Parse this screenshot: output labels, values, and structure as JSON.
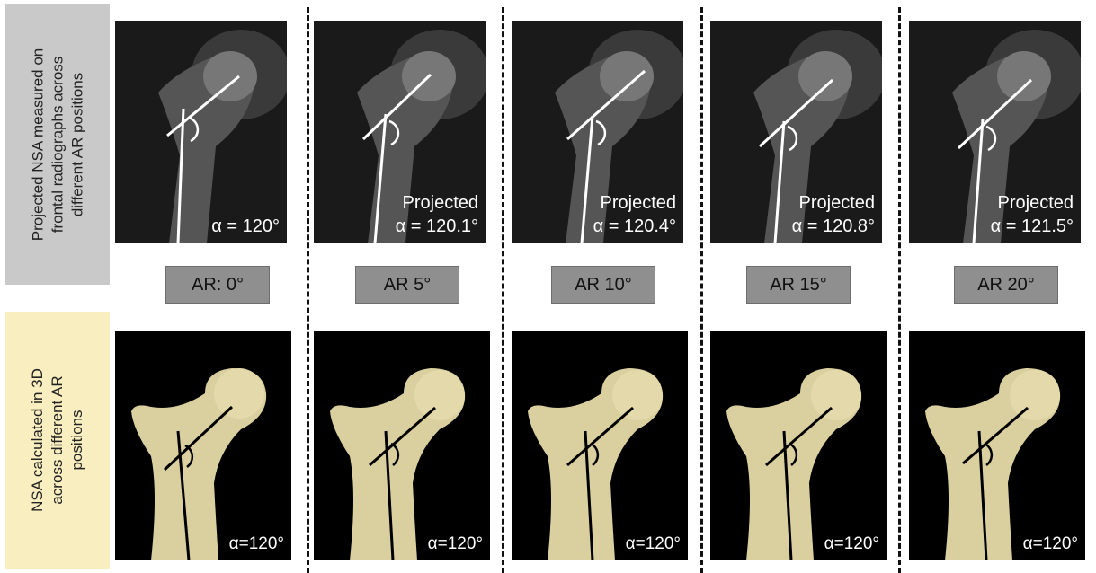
{
  "side_labels": {
    "top": [
      "Projected NSA measured on",
      "frontal radiographs across",
      "different AR positions"
    ],
    "bottom": [
      "NSA calculated in 3D",
      "across different  AR",
      "positions"
    ]
  },
  "columns": [
    {
      "ar_label": "AR: 0°",
      "xray_label": [
        "α = 120°"
      ],
      "bone_label": "α=120°"
    },
    {
      "ar_label": "AR 5°",
      "xray_label": [
        "Projected",
        "α = 120.1°"
      ],
      "bone_label": "α=120°"
    },
    {
      "ar_label": "AR 10°",
      "xray_label": [
        "Projected",
        "α = 120.4°"
      ],
      "bone_label": "α=120°"
    },
    {
      "ar_label": "AR 15°",
      "xray_label": [
        "Projected",
        "α = 120.8°"
      ],
      "bone_label": "α=120°"
    },
    {
      "ar_label": "AR 20°",
      "xray_label": [
        "Projected",
        "α = 121.5°"
      ],
      "bone_label": "α=120°"
    }
  ],
  "colors": {
    "xray_bg": "#1a1a1a",
    "bone_fill": "#d9cf9f",
    "bone_bg": "#000000",
    "ar_box": "#8f8f8f",
    "top_label_bg": "#c9c9c9",
    "bottom_label_bg": "#f8eec0"
  }
}
